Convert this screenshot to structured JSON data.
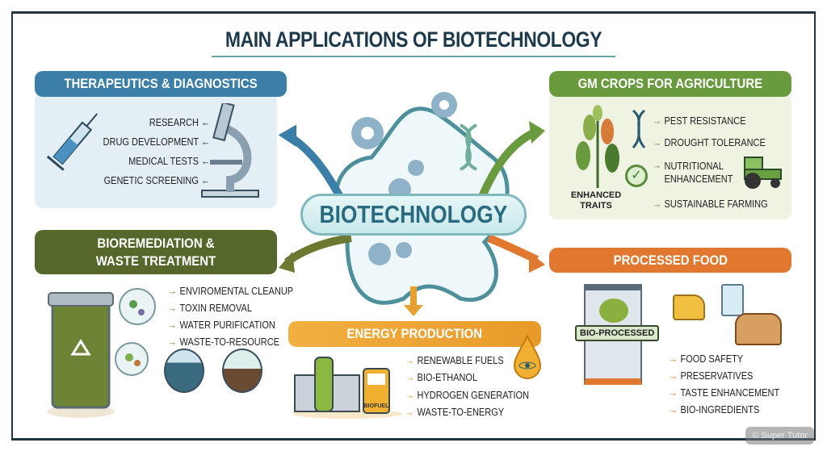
{
  "title": "MAIN APPLICATIONS OF BIOTECHNOLOGY",
  "center": {
    "label": "BIOTECHNOLOGY"
  },
  "colors": {
    "therapeutics": "#3b7fa8",
    "gm_crops": "#6a9a3e",
    "bioremediation": "#56672c",
    "processed_food": "#e0782f",
    "energy": "#f0a93a",
    "title": "#1d3a4c"
  },
  "therapeutics": {
    "header": "THERAPEUTICS & DIAGNOSTICS",
    "items": [
      "RESEARCH",
      "DRUG DEVELOPMENT",
      "MEDICAL TESTS",
      "GENETIC SCREENING"
    ],
    "icons": [
      "syringe-icon",
      "microscope-icon"
    ]
  },
  "gm_crops": {
    "header": "GM CROPS FOR AGRICULTURE",
    "items": [
      "PEST RESISTANCE",
      "DROUGHT TOLERANCE",
      "NUTRITIONAL ENHANCEMENT",
      "SUSTAINABLE FARMING"
    ],
    "plant_label": "ENHANCED TRAITS",
    "icons": [
      "plant-icon",
      "dna-icon",
      "checkmark-icon",
      "tractor-icon"
    ]
  },
  "bioremediation": {
    "header": "BIOREMEDIATION & WASTE TREATMENT",
    "items": [
      "ENVIROMENTAL CLEANUP",
      "TOXIN REMOVAL",
      "WATER PURIFICATION",
      "WASTE-TO-RESOURCE"
    ],
    "icons": [
      "recycle-bin-icon",
      "microbe-icon",
      "water-icon",
      "soil-icon"
    ]
  },
  "processed_food": {
    "header": "PROCESSED FOOD",
    "bag_label": "BIO-PROCESSED",
    "items": [
      "FOOD SAFETY",
      "PRESERVATIVES",
      "TASTE ENHANCEMENT",
      "BIO-INGREDIENTS"
    ],
    "icons": [
      "food-bag-icon",
      "cheese-icon",
      "yogurt-icon",
      "bread-icon"
    ]
  },
  "energy": {
    "header": "ENERGY PRODUCTION",
    "items": [
      "RENEWABLE FUELS",
      "BIO-ETHANOL",
      "HYDROGEN GENERATION",
      "WASTE-TO-ENERGY"
    ],
    "pump_label": "BIOFUEL",
    "icons": [
      "factory-icon",
      "fuel-pump-icon",
      "fuel-drop-icon"
    ]
  },
  "watermark": "© Super Tutor"
}
